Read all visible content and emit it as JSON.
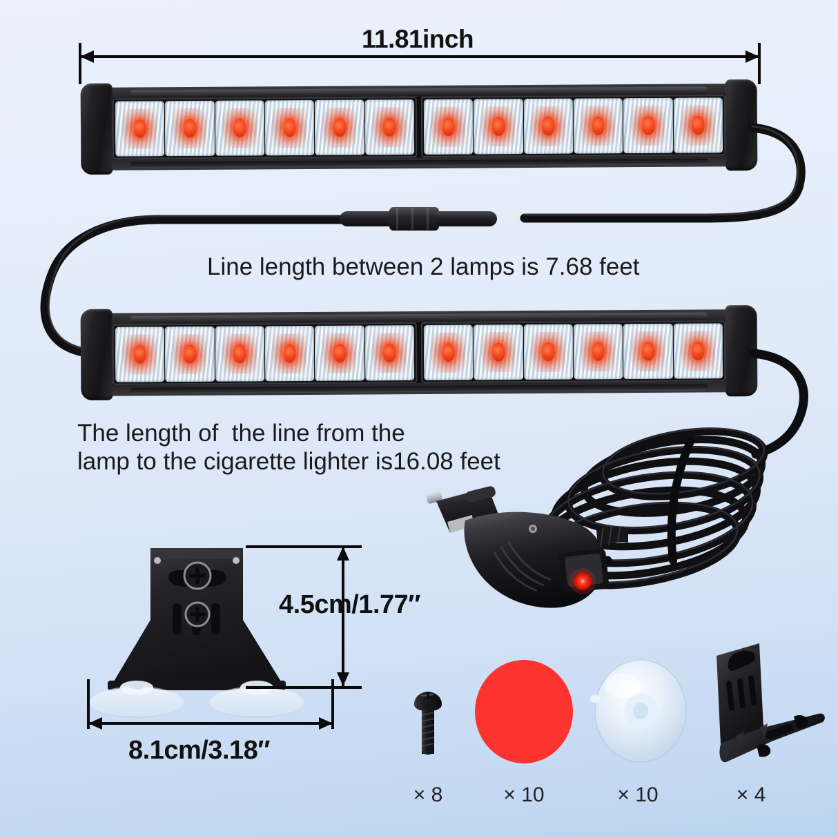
{
  "product": {
    "name": "LED traffic advisor strobe light bar kit",
    "background_top_color": "#eaf1fb",
    "background_bottom_color": "#bcd4f0"
  },
  "dimensions": {
    "bar_length_label": "11.81inch",
    "mount_height_label": "4.5cm/1.77″",
    "mount_width_label": "8.1cm/3.18″"
  },
  "notes": {
    "line_between_lamps": "Line length between 2 lamps is 7.68 feet",
    "lighter_line_1": "The length of  the line from the",
    "lighter_line_2": "lamp to the cigarette lighter is16.08 feet"
  },
  "light_bar": {
    "segments": 2,
    "leds_per_segment": 6,
    "total_leds": 12,
    "led_color": "#f4481f",
    "housing_color": "#1b1b1d",
    "lens_color": "#dce7f0"
  },
  "accessories": [
    {
      "name": "screw",
      "qty_label": "× 8",
      "color": "#1d1d1f"
    },
    {
      "name": "red-lens-filter",
      "qty_label": "× 10",
      "color": "#fd3330"
    },
    {
      "name": "suction-cup",
      "qty_label": "× 10",
      "color": "#dfe9f2"
    },
    {
      "name": "l-bracket",
      "qty_label": "× 4",
      "color": "#232326"
    }
  ],
  "plug": {
    "name": "cigarette-lighter-plug",
    "tip_color": "#c9ccd1",
    "body_color": "#1a1a1c",
    "indicator_color": "#ff2a18"
  }
}
